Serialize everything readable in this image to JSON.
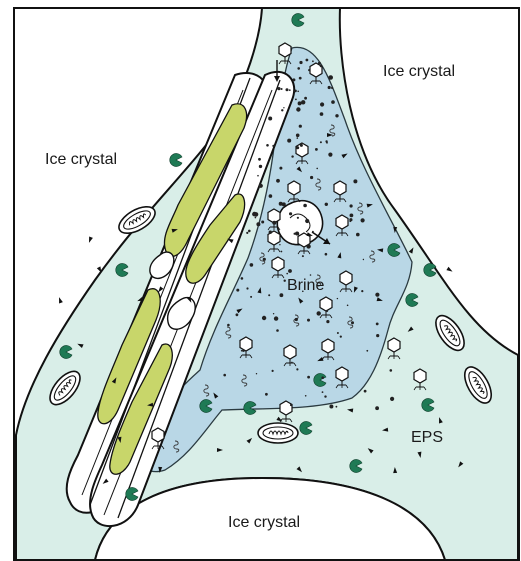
{
  "labels": {
    "ice_crystal_top_right": "Ice crystal",
    "ice_crystal_left": "Ice crystal",
    "ice_crystal_bottom": "Ice crystal",
    "brine": "Brine",
    "eps": "EPS"
  },
  "colors": {
    "ice_channel_fill": "#d9eee8",
    "brine_fill": "#b9d7e6",
    "diatom_fill": "#c8d66a",
    "bacteria_green": "#1f7a55",
    "outline": "#111111",
    "background": "#ffffff"
  },
  "icons": {
    "virus": "virus-icon",
    "bacterium": "bacterium-icon",
    "diatom": "diatom-icon",
    "eps_particle": "eps-particle-icon",
    "eps_fibril": "eps-fibril-icon"
  }
}
